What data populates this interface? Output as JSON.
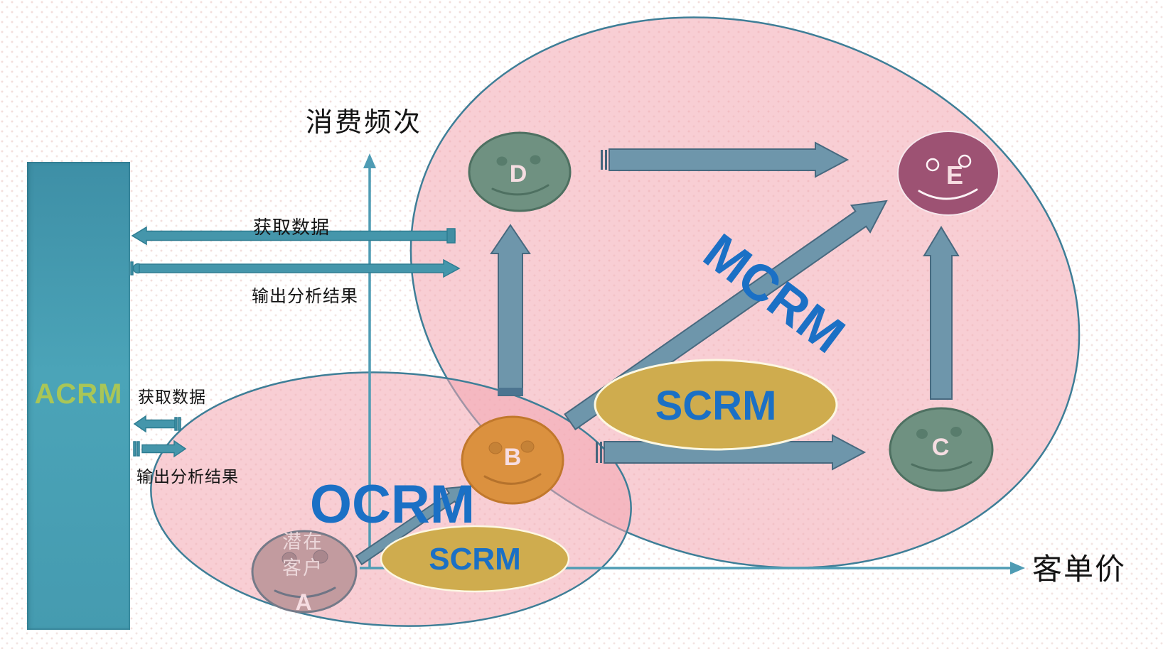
{
  "acrm": {
    "label": "ACRM"
  },
  "flows": {
    "top_fetch": "获取数据",
    "top_output": "输出分析结果",
    "side_fetch": "获取数据",
    "side_output": "输出分析结果"
  },
  "axes": {
    "y_label": "消费频次",
    "x_label": "客单价"
  },
  "regions": {
    "mcrm": "MCRM",
    "ocrm": "OCRM",
    "scrm_main": "SCRM",
    "scrm_small": "SCRM"
  },
  "customers": {
    "a": {
      "label": "A",
      "note_line1": "潜在",
      "note_line2": "客户"
    },
    "b": {
      "label": "B"
    },
    "c": {
      "label": "C"
    },
    "d": {
      "label": "D"
    },
    "e": {
      "label": "E"
    }
  },
  "colors": {
    "crm_text_blue": "#1b70c5",
    "pink_region": "#f3a6b1",
    "region_border": "#3e7e97",
    "block_arrow": "#6e96ab",
    "teal_arrow": "#4596ab",
    "axis_teal": "#4f9cb4",
    "acrm_bg": "#45a0b5",
    "acrm_label_green": "#a9c657",
    "gold_ellipse": "#cfac4e",
    "face_a": "#c29b9f",
    "face_b": "#db913f",
    "face_c": "#6f9181",
    "face_d": "#6f9181",
    "face_e": "#9d5273"
  }
}
